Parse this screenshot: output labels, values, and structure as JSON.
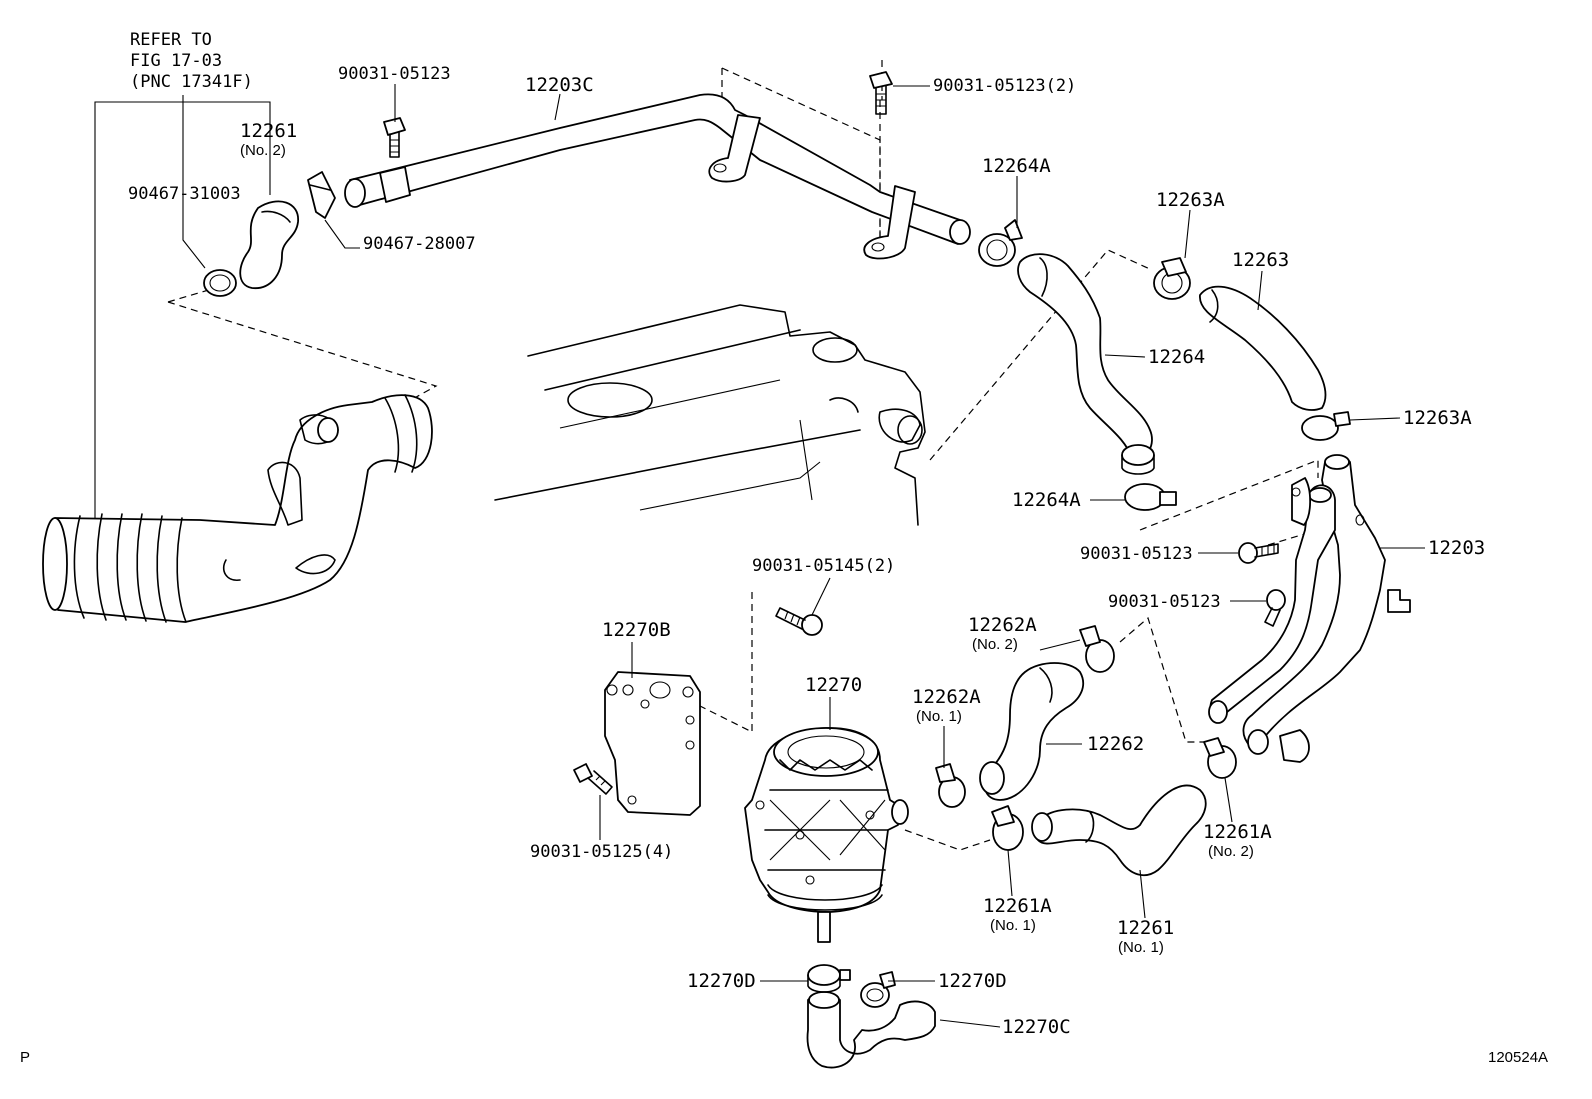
{
  "refer": {
    "line1": "REFER TO",
    "line2": "FIG 17-03",
    "line3": "(PNC 17341F)"
  },
  "labels": {
    "p12261_no2": "12261",
    "p12261_no2_sub": "(No. 2)",
    "p90467_31003": "90467-31003",
    "p90031_05123_top": "90031-05123",
    "p90467_28007": "90467-28007",
    "p12203C": "12203C",
    "p90031_05123_2": "90031-05123(2)",
    "p12264A_top": "12264A",
    "p12263A_top": "12263A",
    "p12263": "12263",
    "p12264": "12264",
    "p12263A_right": "12263A",
    "p12264A_bottom": "12264A",
    "p90031_05123_mid": "90031-05123",
    "p12203": "12203",
    "p90031_05123_low": "90031-05123",
    "p90031_05145_2": "90031-05145(2)",
    "p12262A_no2": "12262A",
    "p12262A_no2_sub": "(No. 2)",
    "p12270B": "12270B",
    "p12270": "12270",
    "p12262A_no1": "12262A",
    "p12262A_no1_sub": "(No. 1)",
    "p12262": "12262",
    "p90031_05125_4": "90031-05125(4)",
    "p12261A_no2": "12261A",
    "p12261A_no2_sub": "(No. 2)",
    "p12261A_no1": "12261A",
    "p12261A_no1_sub": "(No. 1)",
    "p12261_no1": "12261",
    "p12261_no1_sub": "(No. 1)",
    "p12270D_left": "12270D",
    "p12270D_right": "12270D",
    "p12270C": "12270C"
  },
  "corner": {
    "left": "P",
    "right": "120524A"
  }
}
